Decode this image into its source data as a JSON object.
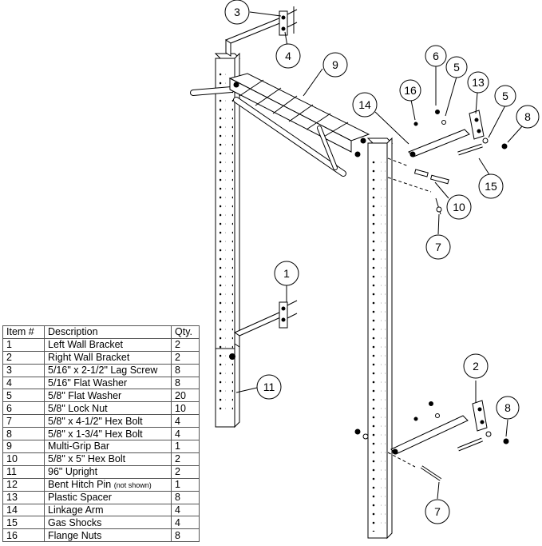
{
  "table": {
    "headers": {
      "item": "Item #",
      "description": "Description",
      "qty": "Qty."
    },
    "rows": [
      {
        "item": "1",
        "description": "Left Wall Bracket",
        "note": "",
        "qty": "2"
      },
      {
        "item": "2",
        "description": "Right Wall Bracket",
        "note": "",
        "qty": "2"
      },
      {
        "item": "3",
        "description": "5/16\" x 2-1/2\" Lag Screw",
        "note": "",
        "qty": "8"
      },
      {
        "item": "4",
        "description": "5/16\" Flat Washer",
        "note": "",
        "qty": "8"
      },
      {
        "item": "5",
        "description": "5/8\" Flat Washer",
        "note": "",
        "qty": "20"
      },
      {
        "item": "6",
        "description": "5/8\" Lock Nut",
        "note": "",
        "qty": "10"
      },
      {
        "item": "7",
        "description": "5/8\" x 4-1/2\" Hex Bolt",
        "note": "",
        "qty": "4"
      },
      {
        "item": "8",
        "description": "5/8\" x 1-3/4\" Hex Bolt",
        "note": "",
        "qty": "4"
      },
      {
        "item": "9",
        "description": "Multi-Grip Bar",
        "note": "",
        "qty": "1"
      },
      {
        "item": "10",
        "description": "5/8\" x 5\" Hex Bolt",
        "note": "",
        "qty": "2"
      },
      {
        "item": "11",
        "description": "96\" Upright",
        "note": "",
        "qty": "2"
      },
      {
        "item": "12",
        "description": "Bent Hitch Pin",
        "note": "(not shown)",
        "qty": "1"
      },
      {
        "item": "13",
        "description": "Plastic Spacer",
        "note": "",
        "qty": "8"
      },
      {
        "item": "14",
        "description": "Linkage Arm",
        "note": "",
        "qty": "4"
      },
      {
        "item": "15",
        "description": "Gas Shocks",
        "note": "",
        "qty": "4"
      },
      {
        "item": "16",
        "description": "Flange Nuts",
        "note": "",
        "qty": "8"
      }
    ]
  },
  "callouts": {
    "c3": "3",
    "c4": "4",
    "c9": "9",
    "c6": "6",
    "c5a": "5",
    "c16": "16",
    "c13": "13",
    "c14": "14",
    "c5b": "5",
    "c8a": "8",
    "c15": "15",
    "c10": "10",
    "c7a": "7",
    "c1": "1",
    "c11": "11",
    "c2": "2",
    "c8b": "8",
    "c7b": "7"
  }
}
